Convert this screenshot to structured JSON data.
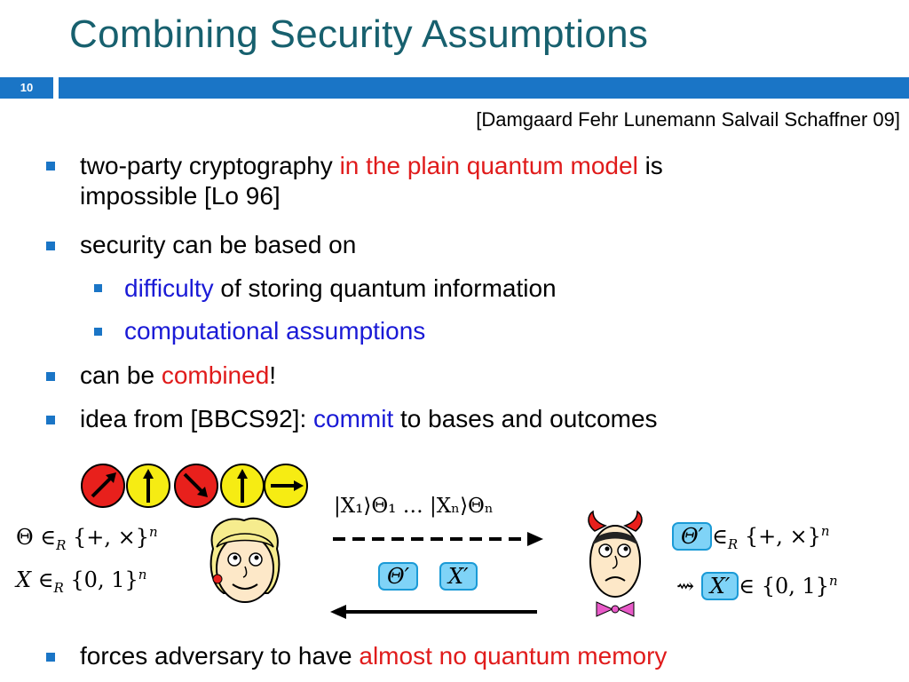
{
  "slide": {
    "title": "Combining Security Assumptions",
    "number": "10",
    "citation": "[Damgaard Fehr Lunemann Salvail Schaffner 09]"
  },
  "bullets": [
    {
      "parts": [
        "two-party cryptography ",
        "in the plain quantum model",
        " is"
      ],
      "line2": "impossible [Lo 96]"
    },
    {
      "text": "security can be based on"
    },
    {
      "parts": [
        "difficulty",
        " of storing quantum information"
      ]
    },
    {
      "text": "computational assumptions"
    },
    {
      "parts": [
        "can be ",
        "combined",
        "!"
      ]
    },
    {
      "parts": [
        "idea from [BBCS92]: ",
        "commit",
        " to bases and outcomes"
      ]
    },
    {
      "parts": [
        "forces adversary to have ",
        "almost no quantum memory"
      ]
    }
  ],
  "diagram": {
    "alice_theta": "Θ ∈",
    "alice_theta_sub": "R",
    "alice_theta_set": " {+, ×}",
    "alice_theta_exp": "n",
    "alice_x": "X ∈",
    "alice_x_sub": "R",
    "alice_x_set": " {0, 1}",
    "alice_x_exp": "n",
    "qubits_label": "|X₁⟩Θ₁ … |Xₙ⟩Θₙ",
    "commit_theta": "Θ′",
    "commit_x": "X′",
    "bob_theta_box": "Θ′",
    "bob_theta_rest": "∈",
    "bob_theta_sub": "R",
    "bob_theta_set": " {+, ×}",
    "bob_theta_exp": "n",
    "bob_leadsto": "⇝",
    "bob_x_box": "X′",
    "bob_x_rest": "∈ {0, 1}",
    "bob_x_exp": "n",
    "colors": {
      "red_state": "#e8201c",
      "yellow_state": "#f6ec13",
      "accent": "#1a75c6"
    },
    "qubit_states": [
      "red-diagonal-up",
      "yellow-up",
      "red-diagonal-down",
      "yellow-up",
      "yellow-right"
    ]
  }
}
